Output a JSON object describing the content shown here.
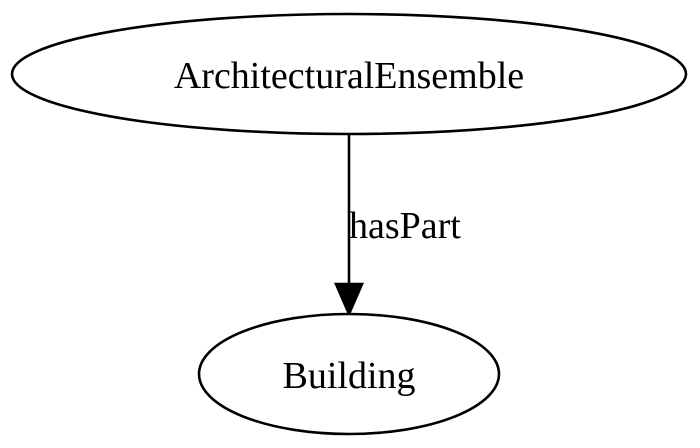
{
  "nodes": {
    "architectural_ensemble": {
      "label": "ArchitecturalEnsemble"
    },
    "building": {
      "label": "Building"
    }
  },
  "edges": {
    "has_part": {
      "label": "hasPart"
    }
  },
  "colors": {
    "stroke": "#000000",
    "fill": "#ffffff",
    "background": "#ffffff"
  }
}
